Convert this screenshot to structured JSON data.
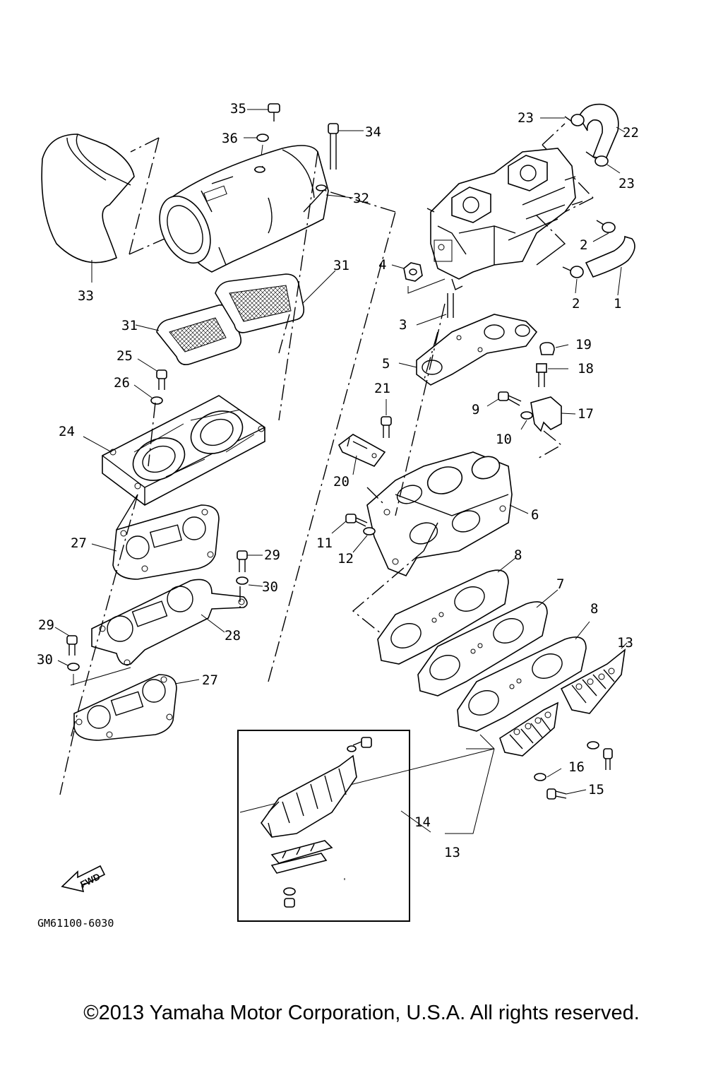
{
  "diagram": {
    "ref_code": "GM61100-6030",
    "fwd_label": "FWD",
    "callouts": [
      {
        "id": "c35",
        "text": "35"
      },
      {
        "id": "c36",
        "text": "36"
      },
      {
        "id": "c34",
        "text": "34"
      },
      {
        "id": "c32",
        "text": "32"
      },
      {
        "id": "c33",
        "text": "33"
      },
      {
        "id": "c31a",
        "text": "31"
      },
      {
        "id": "c31b",
        "text": "31"
      },
      {
        "id": "c25",
        "text": "25"
      },
      {
        "id": "c26",
        "text": "26"
      },
      {
        "id": "c24",
        "text": "24"
      },
      {
        "id": "c27a",
        "text": "27"
      },
      {
        "id": "c29a",
        "text": "29"
      },
      {
        "id": "c30a",
        "text": "30"
      },
      {
        "id": "c28",
        "text": "28"
      },
      {
        "id": "c29b",
        "text": "29"
      },
      {
        "id": "c30b",
        "text": "30"
      },
      {
        "id": "c27b",
        "text": "27"
      },
      {
        "id": "c23a",
        "text": "23"
      },
      {
        "id": "c22",
        "text": "22"
      },
      {
        "id": "c23b",
        "text": "23"
      },
      {
        "id": "c2a",
        "text": "2"
      },
      {
        "id": "c2b",
        "text": "2"
      },
      {
        "id": "c1",
        "text": "1"
      },
      {
        "id": "c4",
        "text": "4"
      },
      {
        "id": "c3",
        "text": "3"
      },
      {
        "id": "c19",
        "text": "19"
      },
      {
        "id": "c5",
        "text": "5"
      },
      {
        "id": "c18",
        "text": "18"
      },
      {
        "id": "c21",
        "text": "21"
      },
      {
        "id": "c9",
        "text": "9"
      },
      {
        "id": "c17",
        "text": "17"
      },
      {
        "id": "c10",
        "text": "10"
      },
      {
        "id": "c20",
        "text": "20"
      },
      {
        "id": "c6",
        "text": "6"
      },
      {
        "id": "c11",
        "text": "11"
      },
      {
        "id": "c12",
        "text": "12"
      },
      {
        "id": "c8a",
        "text": "8"
      },
      {
        "id": "c7",
        "text": "7"
      },
      {
        "id": "c8b",
        "text": "8"
      },
      {
        "id": "c13a",
        "text": "13"
      },
      {
        "id": "c16",
        "text": "16"
      },
      {
        "id": "c15",
        "text": "15"
      },
      {
        "id": "c14",
        "text": "14"
      },
      {
        "id": "c13b",
        "text": "13"
      }
    ]
  },
  "footer": {
    "copyright": "©2013 Yamaha Motor Corporation, U.S.A. All rights reserved."
  }
}
